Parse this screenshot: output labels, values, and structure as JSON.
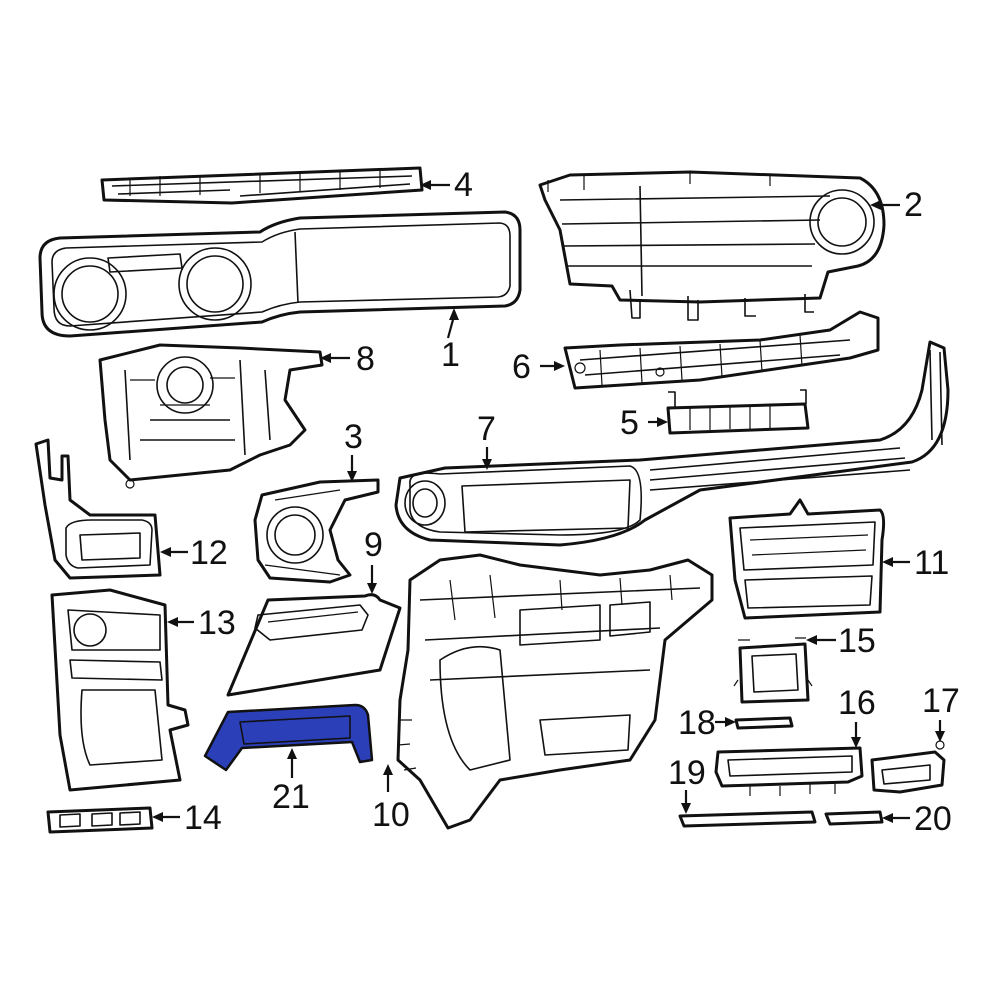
{
  "highlight_color": "#2b3fb8",
  "callouts": [
    "1",
    "2",
    "3",
    "4",
    "5",
    "6",
    "7",
    "8",
    "9",
    "10",
    "11",
    "12",
    "13",
    "14",
    "15",
    "16",
    "17",
    "18",
    "19",
    "20",
    "21"
  ],
  "highlighted_part": "21"
}
